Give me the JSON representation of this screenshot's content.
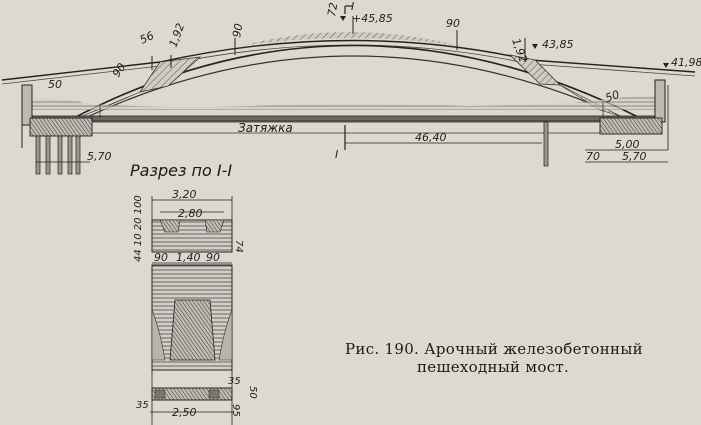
{
  "figure": {
    "caption_line1": "Рис. 190. Арочный железобетонный",
    "caption_line2": "пешеходный мост.",
    "section_title": "Разрез по I-I",
    "tie_label": "Затяжка",
    "section_mark_left": "I",
    "section_mark_top": "I"
  },
  "elevation_dims": {
    "crown_level": "+45,85",
    "right_level": "43,85",
    "end_level": "41,98",
    "span": "46,40",
    "crown_thickness": "72",
    "left_56": "56",
    "left_192": "1,92",
    "left_90": "90",
    "left_90b": "90",
    "left_50": "50",
    "right_90": "90",
    "right_192": "1,92",
    "right_50": "50",
    "left_570": "5,70",
    "right_500": "5,00",
    "right_570": "5,70",
    "right_70": "70"
  },
  "section_dims": {
    "w320": "3,20",
    "w280": "2,80",
    "h74": "74",
    "left_stack": "44 10 20 100",
    "w90a": "90",
    "w140": "1,40",
    "w90b": "90",
    "h35": "35",
    "h50": "50",
    "w250": "2,50",
    "h95": "95",
    "left35": "35"
  }
}
